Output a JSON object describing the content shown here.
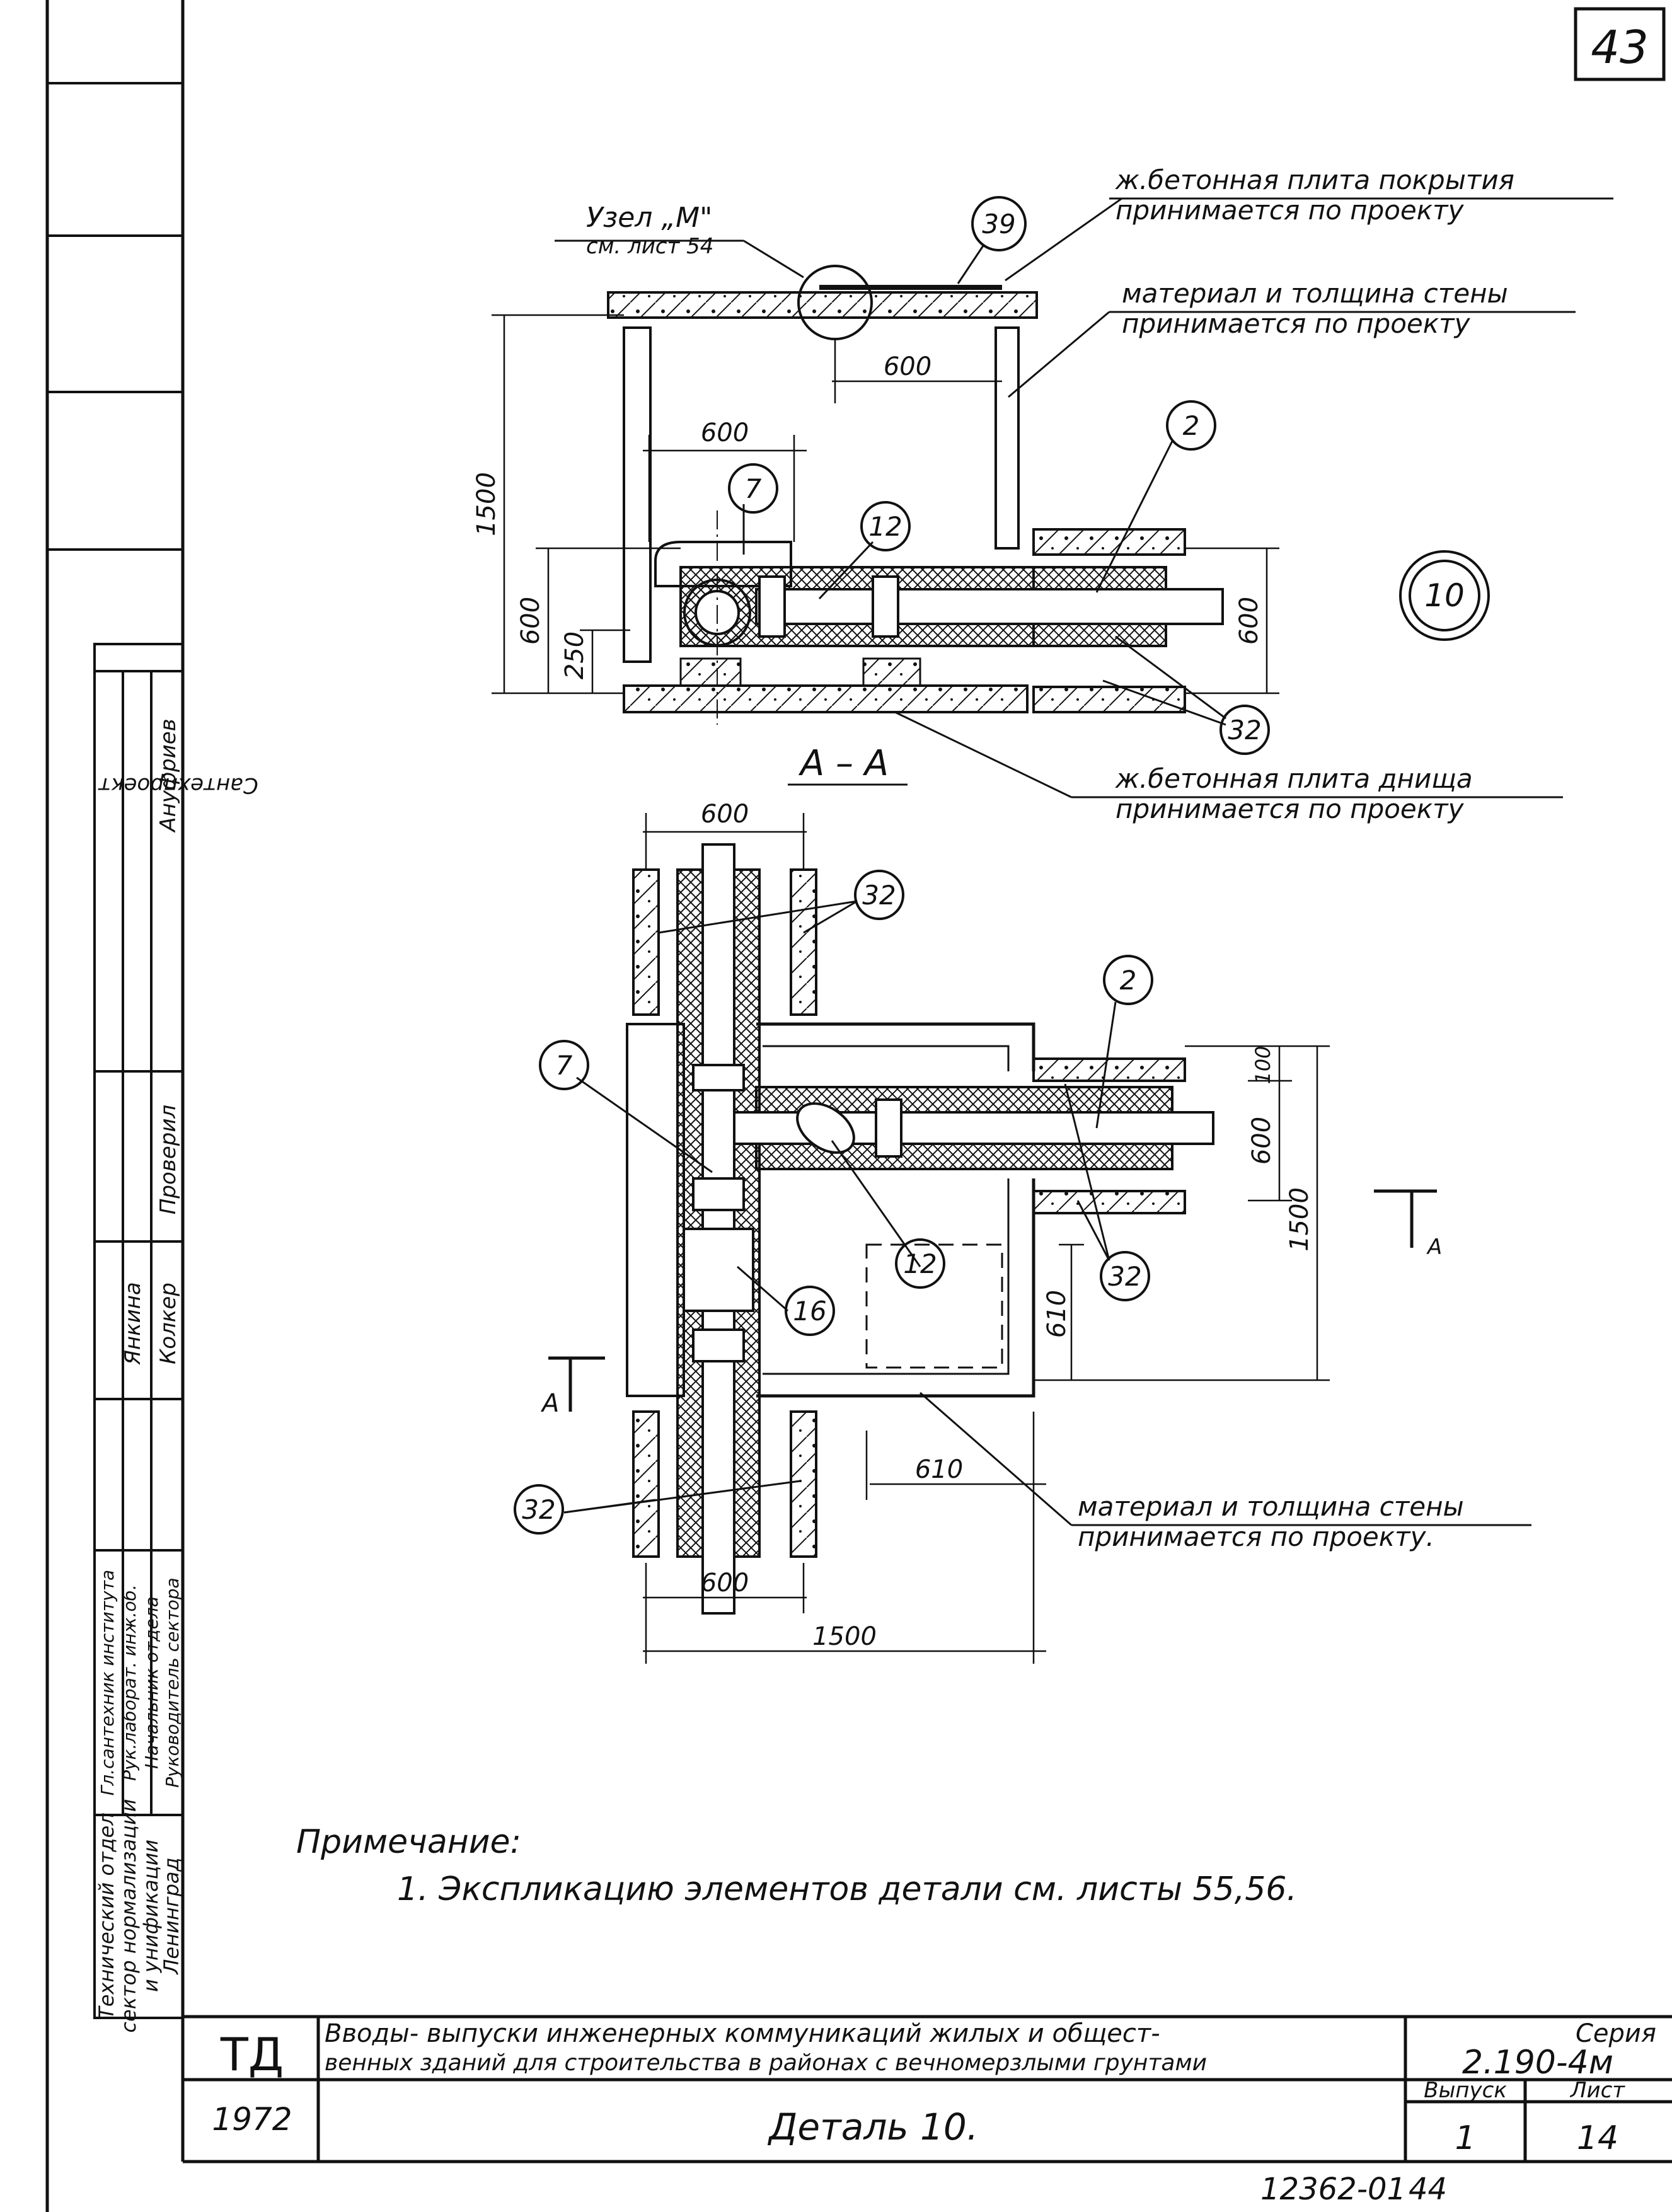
{
  "sheet_corner_number": "43",
  "callouts": {
    "node_m_title": "Узел „М\"",
    "node_m_ref": "см. лист 54",
    "roof_slab_1": "ж.бетонная плита покрытия",
    "roof_slab_2": "принимается по проекту",
    "wall_1": "материал и толщина стены",
    "wall_2": "принимается по проекту",
    "floor_slab_1": "ж.бетонная плита днища",
    "floor_slab_2": "принимается по проекту",
    "wall_plan_1": "материал и толщина стены",
    "wall_plan_2": "принимается по проекту."
  },
  "section_label": "А – А",
  "section_marker": "А",
  "detail_number": "10",
  "positions": {
    "p39": "39",
    "p2": "2",
    "p7": "7",
    "p12": "12",
    "p32": "32",
    "p16": "16"
  },
  "dimensions": {
    "d600": "600",
    "d1500": "1500",
    "d250": "250",
    "d610": "610",
    "d100": "100"
  },
  "side_stamp": {
    "organization": "Сантехпроект",
    "name_anufriev": "Ануфриев",
    "role_checked": "Проверил",
    "name_yankina": "Янкина",
    "name_kolker": "Колкер",
    "role_1": "Гл.сантехник института",
    "role_2": "Рук.лаборат. инж.об.",
    "role_3": "Начальник отдела",
    "role_4": "Руководитель сектора",
    "dept_1": "Технический отдел",
    "dept_2": "сектор нормализации",
    "dept_3": "и унификации",
    "dept_4": "Ленинград"
  },
  "note": {
    "title": "Примечание:",
    "item_1": "1. Экспликацию элементов детали см. листы 55,56."
  },
  "title_block": {
    "td": "ТД",
    "title_line_1": "Вводы- выпуски инженерных коммуникаций жилых и общест-",
    "title_line_2": "венных зданий для строительства в районах с вечномерзлыми грунтами",
    "year": "1972",
    "detail": "Деталь 10.",
    "series_label": "Серия",
    "series_value": "2.190-4м",
    "issue_label": "Выпуск",
    "issue_value": "1",
    "sheet_label": "Лист",
    "sheet_value": "14"
  },
  "archive_number": "12362-01",
  "archive_page": "44"
}
